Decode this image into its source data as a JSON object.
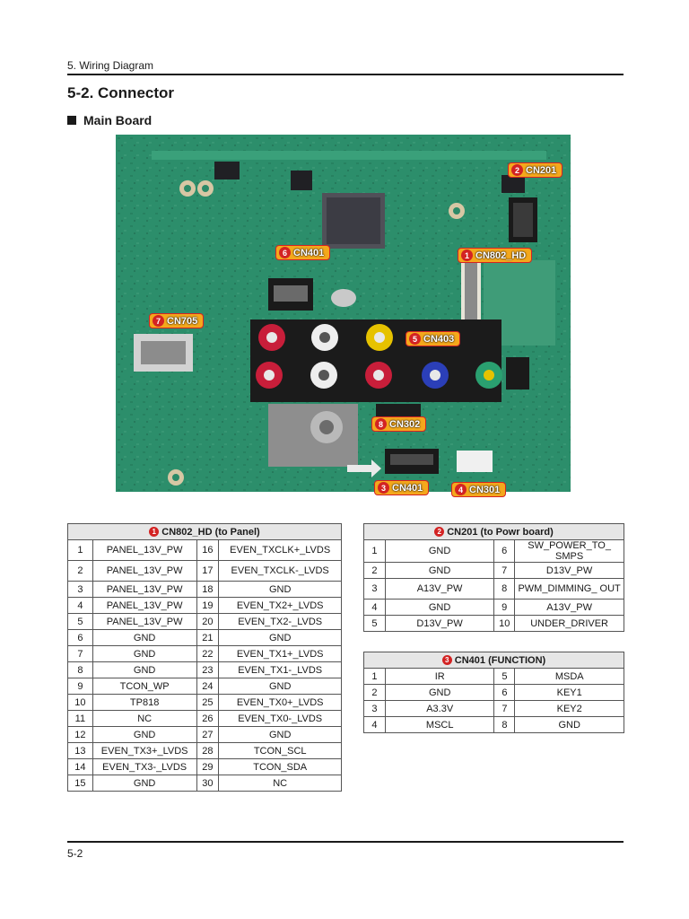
{
  "header": {
    "section": "5. Wiring Diagram",
    "title": "5-2. Connector",
    "subheading": "Main Board"
  },
  "board_callouts": [
    {
      "num": "1",
      "label": "CN802_HD"
    },
    {
      "num": "2",
      "label": "CN201"
    },
    {
      "num": "3",
      "label": "CN401"
    },
    {
      "num": "4",
      "label": "CN301"
    },
    {
      "num": "5",
      "label": "CN403"
    },
    {
      "num": "6",
      "label": "CN401"
    },
    {
      "num": "7",
      "label": "CN705"
    },
    {
      "num": "8",
      "label": "CN302"
    }
  ],
  "tables": {
    "cn802": {
      "num": "1",
      "title": "CN802_HD (to Panel)",
      "rows": [
        [
          "1",
          "PANEL_13V_PW",
          "16",
          "EVEN_TXCLK+_LVDS"
        ],
        [
          "2",
          "PANEL_13V_PW",
          "17",
          "EVEN_TXCLK-_LVDS"
        ],
        [
          "3",
          "PANEL_13V_PW",
          "18",
          "GND"
        ],
        [
          "4",
          "PANEL_13V_PW",
          "19",
          "EVEN_TX2+_LVDS"
        ],
        [
          "5",
          "PANEL_13V_PW",
          "20",
          "EVEN_TX2-_LVDS"
        ],
        [
          "6",
          "GND",
          "21",
          "GND"
        ],
        [
          "7",
          "GND",
          "22",
          "EVEN_TX1+_LVDS"
        ],
        [
          "8",
          "GND",
          "23",
          "EVEN_TX1-_LVDS"
        ],
        [
          "9",
          "TCON_WP",
          "24",
          "GND"
        ],
        [
          "10",
          "TP818",
          "25",
          "EVEN_TX0+_LVDS"
        ],
        [
          "11",
          "NC",
          "26",
          "EVEN_TX0-_LVDS"
        ],
        [
          "12",
          "GND",
          "27",
          "GND"
        ],
        [
          "13",
          "EVEN_TX3+_LVDS",
          "28",
          "TCON_SCL"
        ],
        [
          "14",
          "EVEN_TX3-_LVDS",
          "29",
          "TCON_SDA"
        ],
        [
          "15",
          "GND",
          "30",
          "NC"
        ]
      ]
    },
    "cn201": {
      "num": "2",
      "title": "CN201 (to Powr board)",
      "rows": [
        [
          "1",
          "GND",
          "6",
          "SW_POWER_TO_ SMPS"
        ],
        [
          "2",
          "GND",
          "7",
          "D13V_PW"
        ],
        [
          "3",
          "A13V_PW",
          "8",
          "PWM_DIMMING_ OUT"
        ],
        [
          "4",
          "GND",
          "9",
          "A13V_PW"
        ],
        [
          "5",
          "D13V_PW",
          "10",
          "UNDER_DRIVER"
        ]
      ]
    },
    "cn401": {
      "num": "3",
      "title": "CN401 (FUNCTION)",
      "rows": [
        [
          "1",
          "IR",
          "5",
          "MSDA"
        ],
        [
          "2",
          "GND",
          "6",
          "KEY1"
        ],
        [
          "3",
          "A3.3V",
          "7",
          "KEY2"
        ],
        [
          "4",
          "MSCL",
          "8",
          "GND"
        ]
      ]
    }
  },
  "footer": {
    "page": "5-2"
  },
  "colors": {
    "callout_fill": "#f4a81c",
    "callout_border": "#d32323",
    "board_green": "#2f8f6c"
  }
}
